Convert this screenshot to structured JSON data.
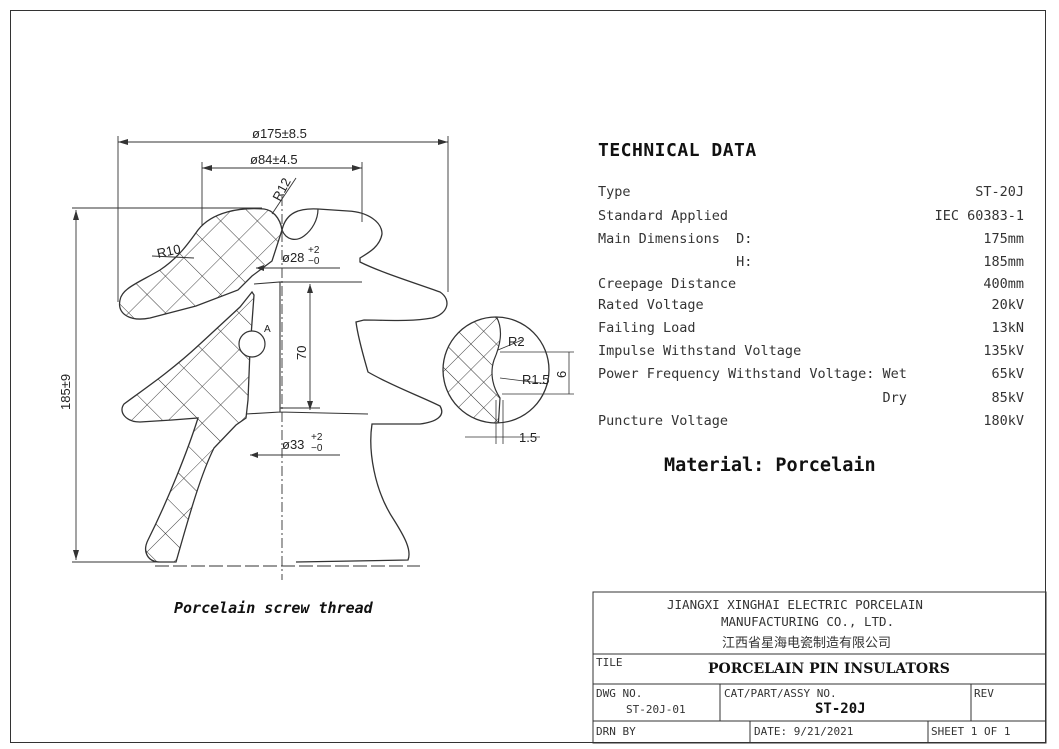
{
  "technical_data": {
    "title": "TECHNICAL DATA",
    "rows": [
      {
        "label": "Type",
        "value": "ST-20J"
      },
      {
        "label": "Standard Applied",
        "value": "IEC 60383-1"
      },
      {
        "label": "Main Dimensions  D:",
        "value": "175mm"
      },
      {
        "label": "                 H:",
        "value": "185mm"
      },
      {
        "label": "Creepage Distance",
        "value": "400mm"
      },
      {
        "label": "Rated Voltage",
        "value": "20kV"
      },
      {
        "label": "Failing Load",
        "value": "13kN"
      },
      {
        "label": "Impulse Withstand Voltage",
        "value": "135kV"
      },
      {
        "label": "Power Frequency Withstand Voltage: Wet",
        "value": "65kV"
      },
      {
        "label": "                                   Dry",
        "value": "85kV"
      },
      {
        "label": "Puncture Voltage",
        "value": "180kV"
      }
    ],
    "material": "Material: Porcelain"
  },
  "drawing": {
    "caption": "Porcelain screw thread",
    "dims": {
      "d_outer": "ø175±8.5",
      "d_inner": "ø84±4.5",
      "d_bore_top": "ø28",
      "d_bore_bottom": "ø33",
      "tol_plus": "+2",
      "tol_minus": "−0",
      "height": "185±9",
      "bore_depth": "70",
      "r_top": "R12",
      "r_left": "R10",
      "detail_label": "A",
      "detail_r2": "R2",
      "detail_r15": "R1.5",
      "detail_6": "6",
      "detail_15": "1.5"
    }
  },
  "title_block": {
    "company_en_1": "JIANGXI XINGHAI ELECTRIC PORCELAIN",
    "company_en_2": "MANUFACTURING CO., LTD.",
    "company_cn": "江西省星海电瓷制造有限公司",
    "title_label": "TILE",
    "title_value": "PORCELAIN PIN INSULATORS",
    "dwg_label": "DWG NO.",
    "dwg_value": "ST-20J-01",
    "cat_label": "CAT/PART/ASSY NO.",
    "cat_value": "ST-20J",
    "rev_label": "REV",
    "drn_label": "DRN BY",
    "date_text": "DATE: 9/21/2021",
    "sheet_text": "SHEET 1 OF 1"
  }
}
